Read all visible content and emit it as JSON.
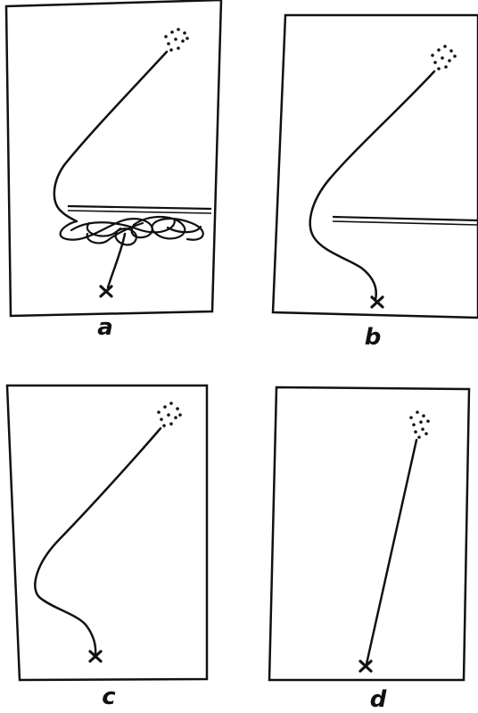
{
  "figure": {
    "panels": [
      {
        "id": "a",
        "label": "a",
        "has_barrier": true,
        "has_tangle": true
      },
      {
        "id": "b",
        "label": "b",
        "has_barrier": true,
        "has_tangle": false
      },
      {
        "id": "c",
        "label": "c",
        "has_barrier": false,
        "has_tangle": false
      },
      {
        "id": "d",
        "label": "d",
        "has_barrier": false,
        "has_tangle": false
      }
    ],
    "colors": {
      "ink": "#111111",
      "background": "#ffffff"
    }
  }
}
